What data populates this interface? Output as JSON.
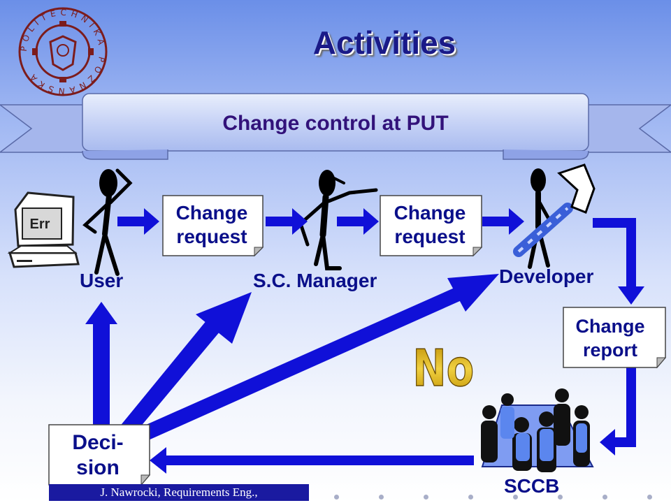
{
  "slide": {
    "title": "Activities",
    "subtitle": "Change control at PUT",
    "footer": "J. Nawrocki, Requirements Eng.,"
  },
  "logo": {
    "ring_text": "POLITECHNIKA POZNAŃSKA"
  },
  "terminal": {
    "label": "Err"
  },
  "actors": {
    "user": "User",
    "manager": "S.C. Manager",
    "developer": "Developer",
    "board": "SCCB"
  },
  "documents": {
    "request_1": [
      "Change",
      "request"
    ],
    "request_2": [
      "Change",
      "request"
    ],
    "report": [
      "Change",
      "report"
    ],
    "decision": [
      "Deci-",
      "sion"
    ]
  },
  "stamp": "No",
  "colors": {
    "arrow": "#1010d8",
    "text": "#0a0f8a",
    "title": "#1a1a88",
    "banner": "#c5d0f5",
    "footer_bg": "#1a1aa0",
    "table": "#7f9cf2"
  }
}
